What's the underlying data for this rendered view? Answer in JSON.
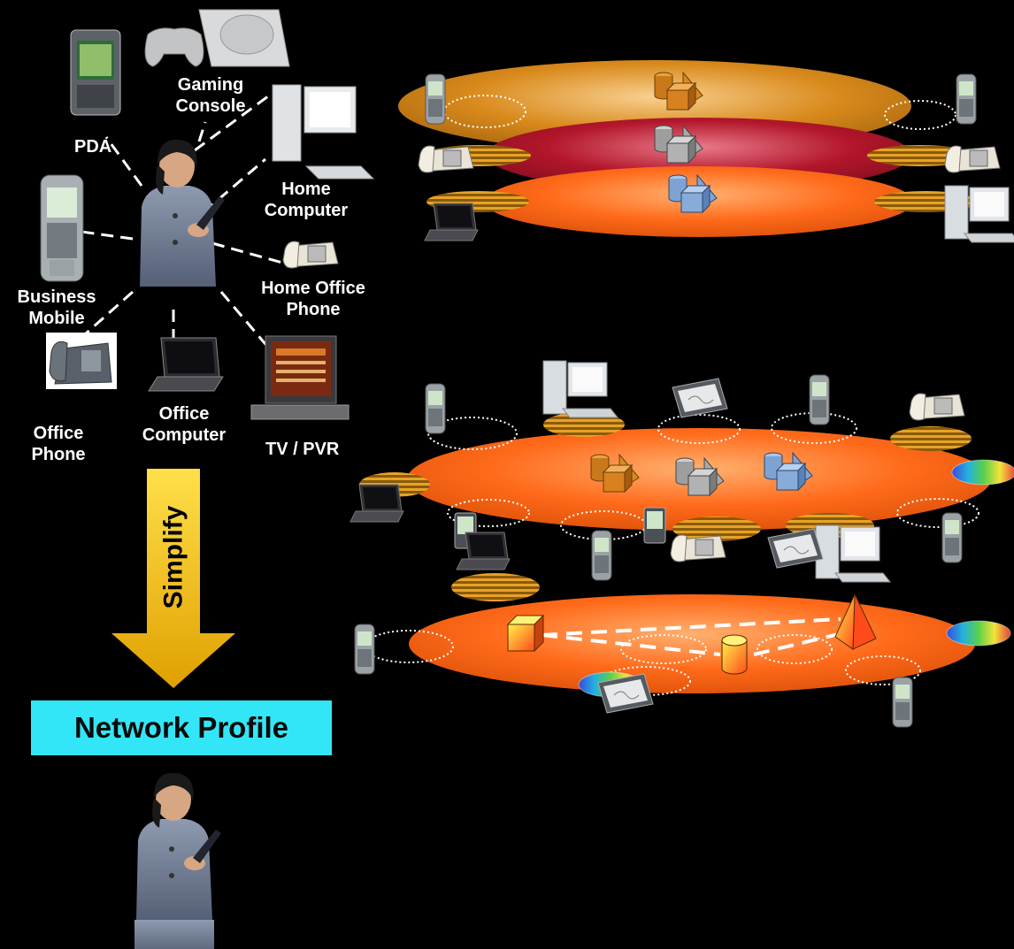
{
  "devices": {
    "pda": "PDA",
    "gaming_console": "Gaming Console",
    "home_computer": "Home Computer",
    "business_mobile": "Business Mobile",
    "home_office_phone": "Home Office Phone",
    "office_phone": "Office Phone",
    "office_computer": "Office Computer",
    "tv_pvr": "TV / PVR"
  },
  "arrow_label": "Simplify",
  "profile_label": "Network Profile",
  "colors": {
    "background": "#000000",
    "arrow": "#f5b800",
    "profile_box": "#33e6f7",
    "network_orange": "#ff6a1a",
    "network_red": "#b3162b",
    "network_gold": "#d98a1c",
    "stripe": "#e09a22"
  },
  "icons": [
    "pda-icon",
    "gaming-console-icon",
    "home-computer-icon",
    "mobile-phone-icon",
    "desk-phone-icon",
    "laptop-icon",
    "tv-icon",
    "tablet-icon",
    "color-disc-icon",
    "cylinder-icon",
    "cube-icon",
    "pyramid-icon",
    "person-icon"
  ]
}
